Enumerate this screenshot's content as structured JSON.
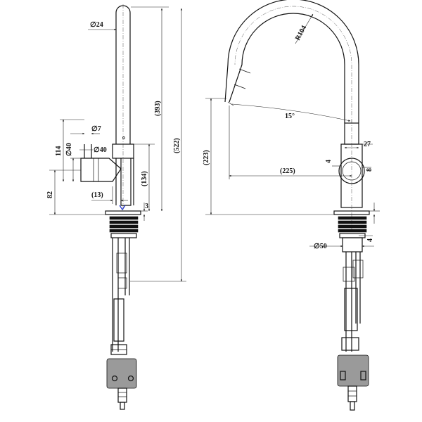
{
  "side_view": {
    "dims": {
      "d24": "∅24",
      "d7": "∅7",
      "d40_a": "∅40",
      "d40_b": "∅40",
      "h114": "114",
      "h82": "82",
      "h393": "(393)",
      "h522": "(522)",
      "h134": "(134)",
      "w13": "(13)",
      "t3": "3"
    }
  },
  "front_view": {
    "dims": {
      "r104": "R104",
      "angle15": "15°",
      "h223": "(223)",
      "w225": "(225)",
      "w27": "27",
      "t4a": "4",
      "t8": "8",
      "t4b": "4",
      "d50": "∅50"
    }
  }
}
